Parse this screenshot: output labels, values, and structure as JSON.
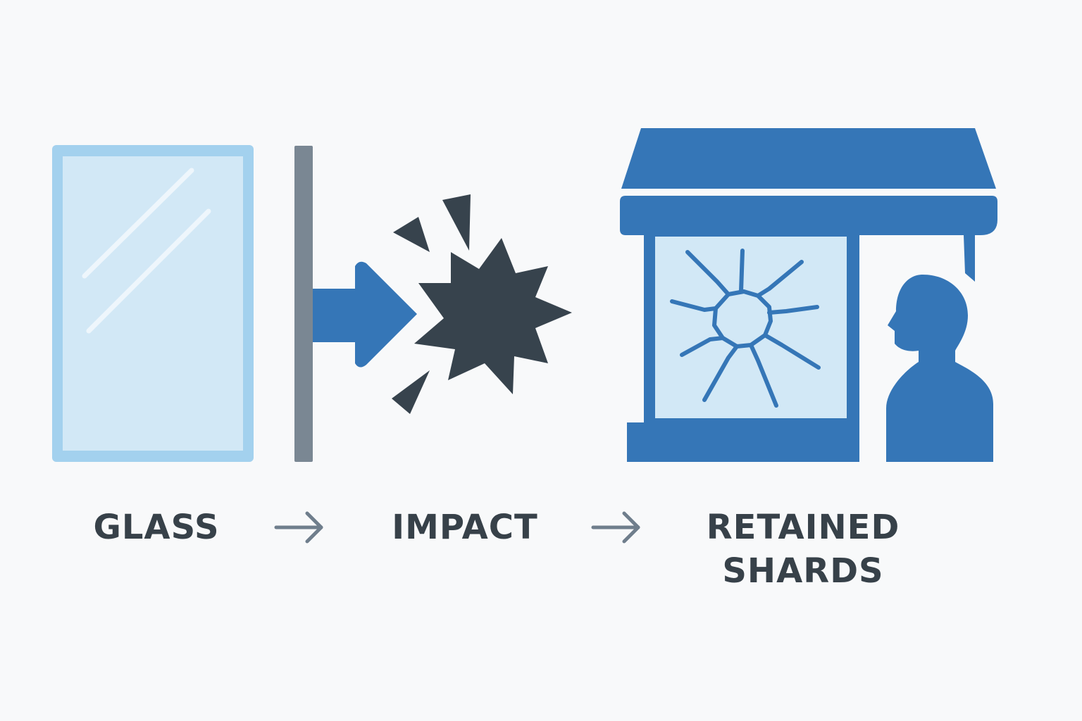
{
  "steps": [
    {
      "label": "GLASS"
    },
    {
      "label": "IMPACT"
    },
    {
      "label": "RETAINED",
      "label_line2": "SHARDS"
    }
  ],
  "icons": {
    "glass": "glass-pane-icon",
    "interlayer": "interlayer-bar-icon",
    "impact": "impact-burst-icon",
    "storefront": "storefront-icon",
    "cracked": "cracked-window-icon",
    "person": "person-icon",
    "flow": "arrow-right-icon"
  },
  "colors": {
    "background": "#f8f9fa",
    "glass_fill": "#d2e8f6",
    "glass_edge": "#a3d1ee",
    "interlayer": "#7a8793",
    "accent_blue": "#3576b7",
    "impact_dark": "#37434d",
    "text": "#374149",
    "flow_arrow": "#6f7e8c"
  }
}
